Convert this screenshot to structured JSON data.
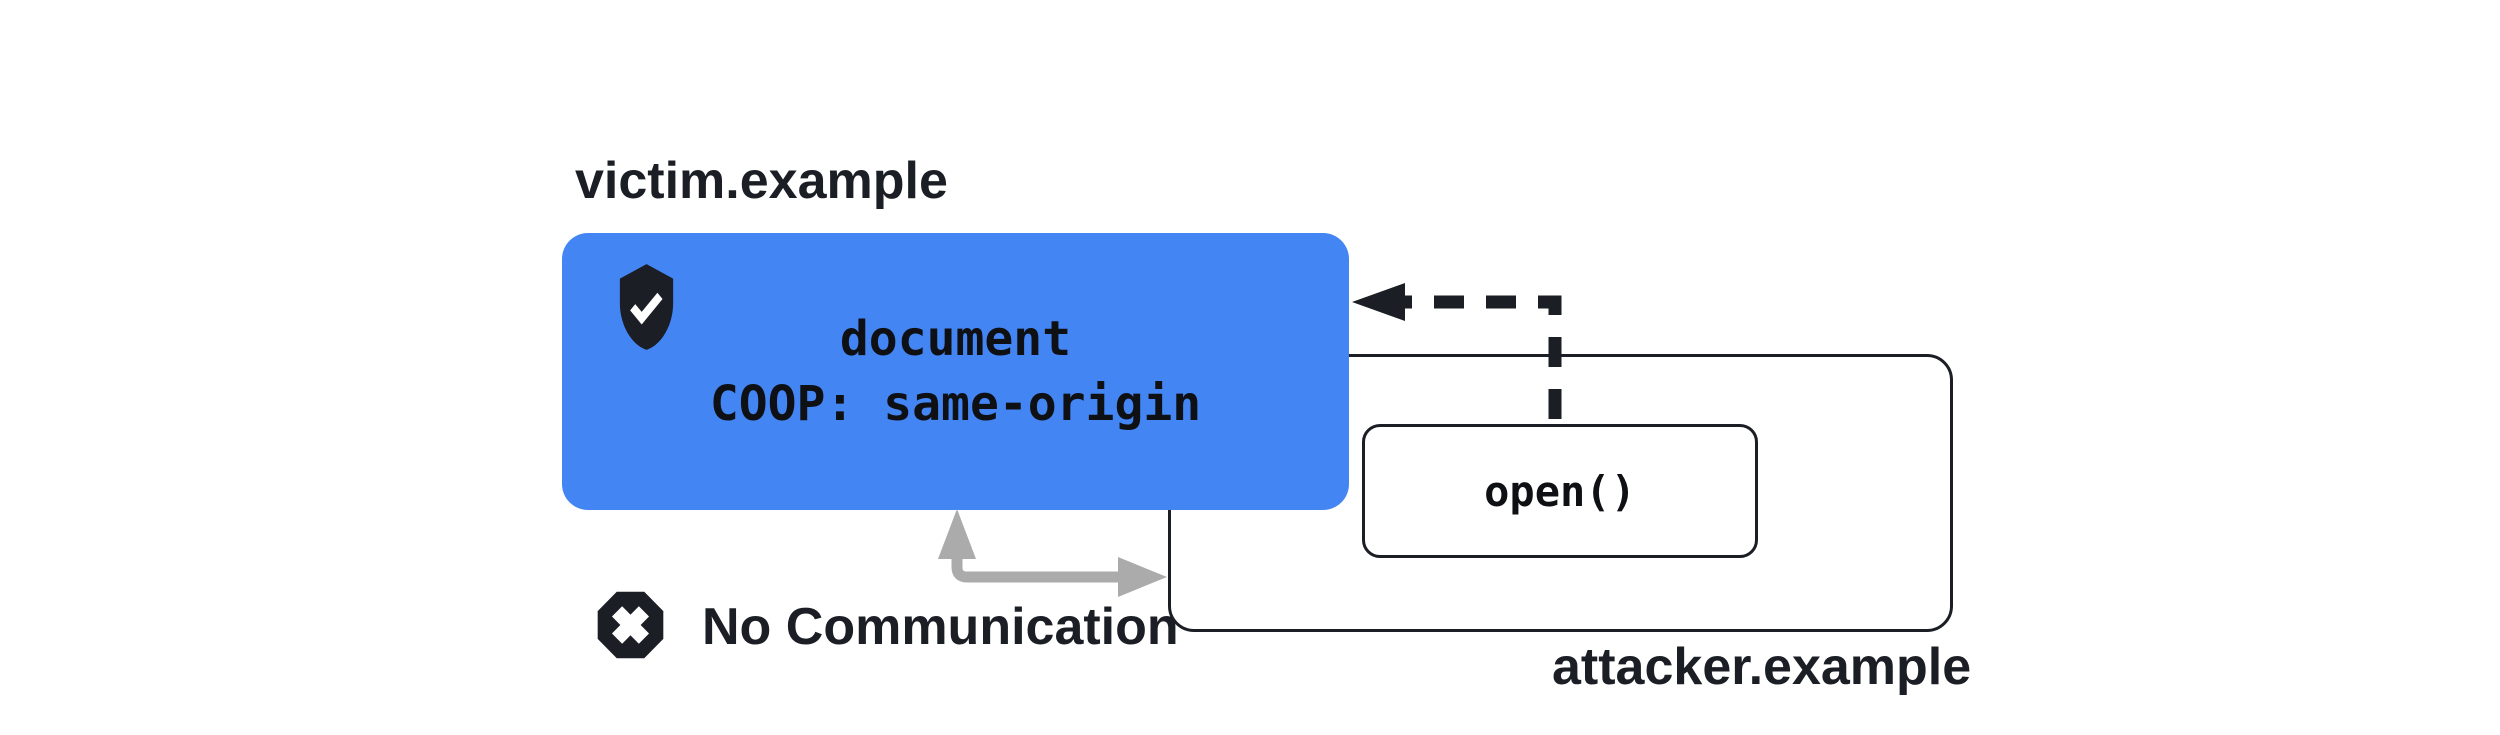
{
  "colors": {
    "document_box_blue": "#4485F4",
    "ink_black": "#1B1E24",
    "no_communication_gray": "#ABABAB",
    "background_white": "#FFFFFF"
  },
  "victim": {
    "label": "victim.example",
    "box_line1": "document",
    "box_line2": "COOP: same-origin",
    "shield_icon": "shield-check-icon"
  },
  "attacker": {
    "label": "attacker.example",
    "open_call": "open()"
  },
  "communication": {
    "label": "No Communication",
    "blocked_icon": "blocked-x-icon"
  }
}
